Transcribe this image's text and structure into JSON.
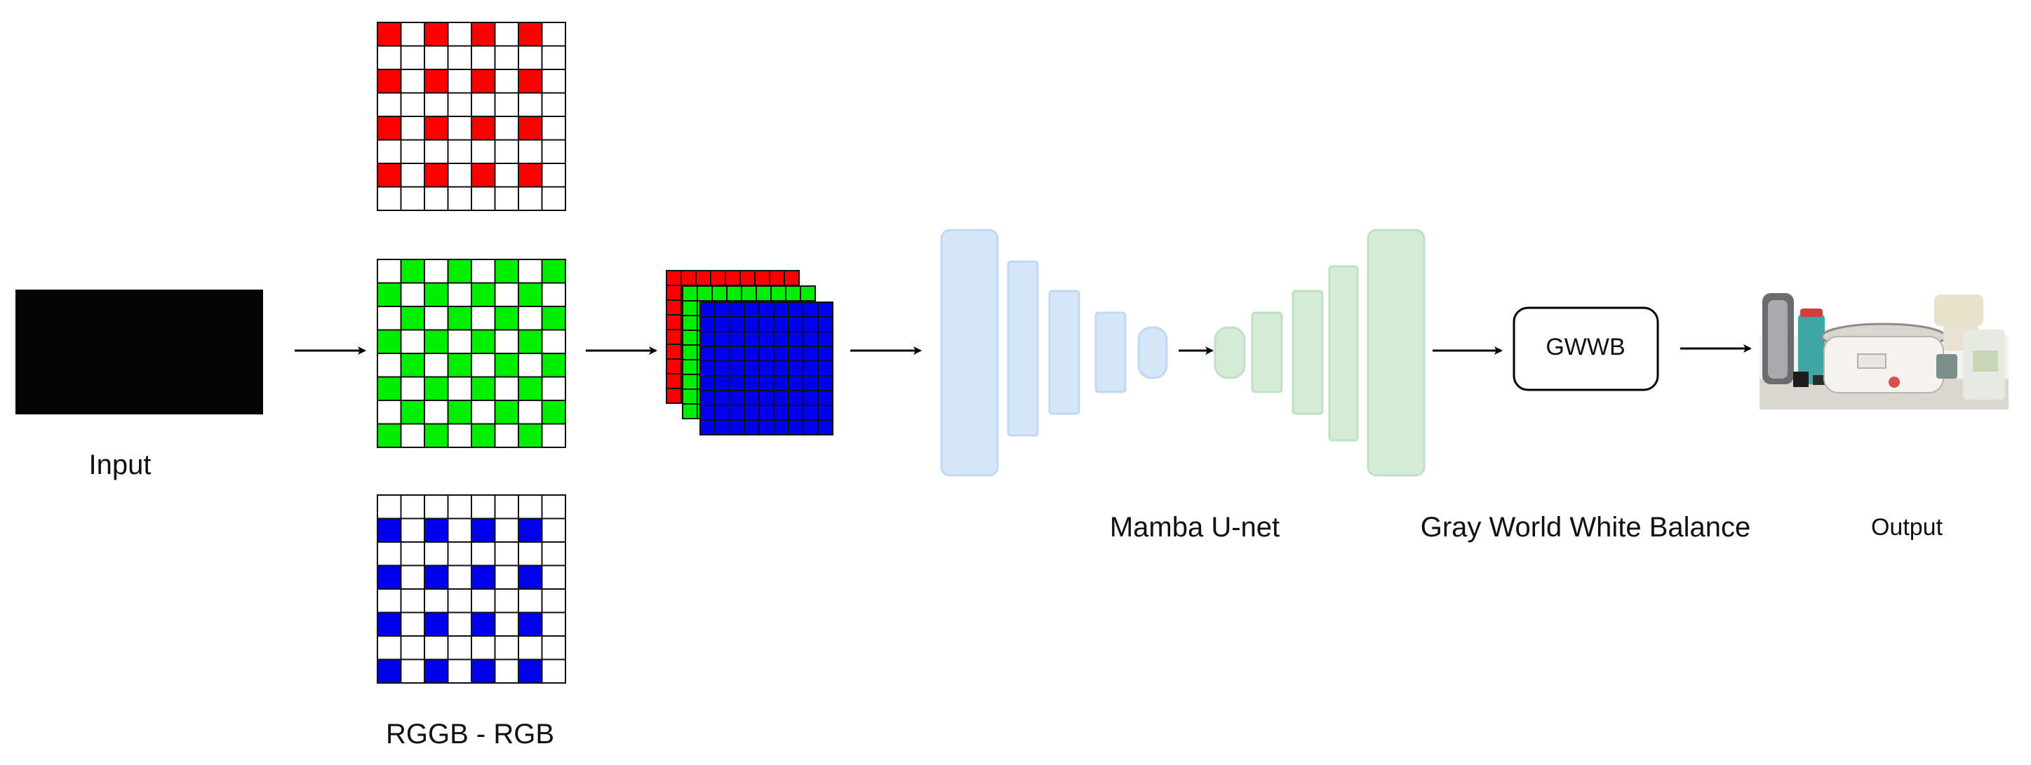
{
  "labels": {
    "input": "Input",
    "bayer_split": "RGGB - RGB",
    "unet": "Mamba U-net",
    "white_balance": "Gray World White Balance",
    "output": "Output",
    "gwwb_box": "GWWB"
  },
  "colors": {
    "red": "#ff0000",
    "green": "#00ee00",
    "blue": "#0000ee",
    "cell_border": "#111111",
    "encoder_fill": "#d5e6f9",
    "encoder_stroke": "#bfd8f4",
    "decoder_fill": "#d4ecd6",
    "decoder_stroke": "#bfe0c2",
    "input_image": "#050505",
    "arrow": "#000000"
  },
  "icons": {
    "arrow": "right-arrow-icon",
    "output_image": "kitchen-photo-icon"
  }
}
